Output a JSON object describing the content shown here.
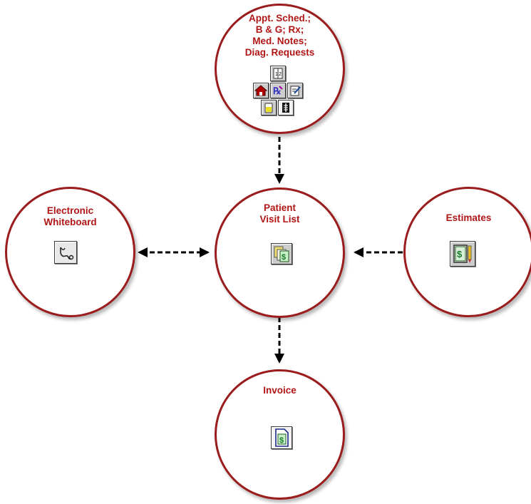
{
  "nodes": {
    "appointments": {
      "label": "Appt. Sched.;\nB & G;  Rx;\nMed. Notes;\nDiag. Requests"
    },
    "visit_list": {
      "label": "Patient\nVisit List"
    },
    "whiteboard": {
      "label": "Electronic\nWhiteboard"
    },
    "estimates": {
      "label": "Estimates"
    },
    "invoice": {
      "label": "Invoice"
    }
  },
  "cluster_icons": [
    "calendar-icon",
    "home-icon",
    "prescription-icon",
    "notes-icon",
    "lab-flask-icon",
    "diagnostic-icon"
  ],
  "colors": {
    "circle_border": "#9b1c1c",
    "label_text": "#b11616",
    "arrow": "#000000",
    "money": "#1a7a2a"
  }
}
